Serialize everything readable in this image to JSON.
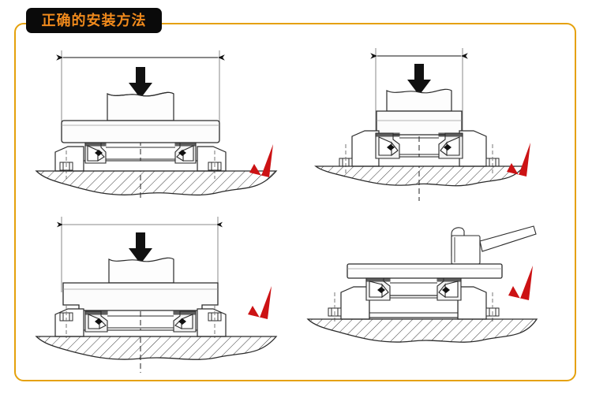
{
  "title": {
    "text": "正确的安装方法",
    "badge_bg": "#0a0a0a",
    "text_color": "#f08a1c"
  },
  "frame": {
    "border_color": "#e5a10c",
    "background": "#ffffff"
  },
  "panels": [
    {
      "id": "panel-1",
      "name": "press-with-wide-flat-plate",
      "verdict": "correct",
      "verdict_mark": "√",
      "verdict_color": "#cc1214",
      "annotations": {
        "dimension_arrow": "double-headed-horizontal",
        "force_arrow": "downward",
        "tool": "wide flat press plate with cylindrical ram",
        "workpiece": "oil seal in hatched housing bore",
        "centerline": "vertical dash-dot"
      }
    },
    {
      "id": "panel-2",
      "name": "press-with-narrow-stepped-tool",
      "verdict": "correct",
      "verdict_mark": "√",
      "verdict_color": "#cc1214",
      "annotations": {
        "dimension_arrow": "double-headed-horizontal",
        "force_arrow": "downward",
        "tool": "stepped press block matching seal outer diameter",
        "workpiece": "oil seal in hatched housing bore",
        "centerline": "vertical dash-dot extending below part"
      }
    },
    {
      "id": "panel-3",
      "name": "press-seal-flush-with-shouldered-plate",
      "verdict": "correct",
      "verdict_mark": "√",
      "verdict_color": "#cc1214",
      "annotations": {
        "dimension_arrow": "double-headed-horizontal",
        "force_arrow": "downward",
        "tool": "shouldered press plate seating seal flush",
        "workpiece": "oil seal in hatched housing bore",
        "centerline": "vertical dash-dot"
      }
    },
    {
      "id": "panel-4",
      "name": "hammer-on-flat-plate",
      "verdict": "correct",
      "verdict_mark": "√",
      "verdict_color": "#cc1214",
      "annotations": {
        "tool": "soft-face mallet striking a flat distribution plate",
        "workpiece": "oil seal in hatched housing bore",
        "force_arrow": "none"
      }
    }
  ],
  "style_tokens": {
    "line_color": "#2b2b2b",
    "thin_line_color": "#6e6e6e",
    "hatch_color": "#3a3a3a",
    "arrow_fill": "#111111",
    "seal_fill": "#f3f3f3",
    "tool_fill": "#fcfcfc"
  }
}
